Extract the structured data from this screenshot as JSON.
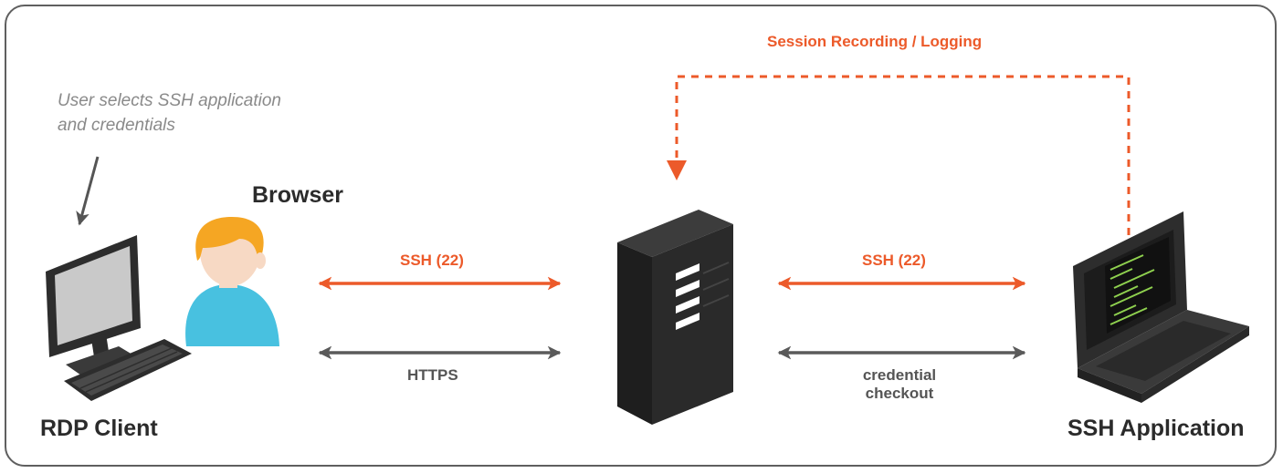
{
  "note": {
    "line1": "User selects SSH application",
    "line2": "and credentials"
  },
  "labels": {
    "browser": "Browser",
    "rdp_client": "RDP Client",
    "ssh_application": "SSH Application",
    "session_recording": "Session Recording / Logging"
  },
  "links": {
    "left_ssh": "SSH (22)",
    "left_https": "HTTPS",
    "right_ssh": "SSH (22)",
    "right_credential_line1": "credential",
    "right_credential_line2": "checkout"
  },
  "colors": {
    "orange": "#ec5a2a",
    "grey": "#5a5a5a",
    "skin": "#f7d9c4",
    "hair": "#f5a623",
    "shirt": "#48c1e0",
    "terminal_text": "#8fd14f"
  }
}
